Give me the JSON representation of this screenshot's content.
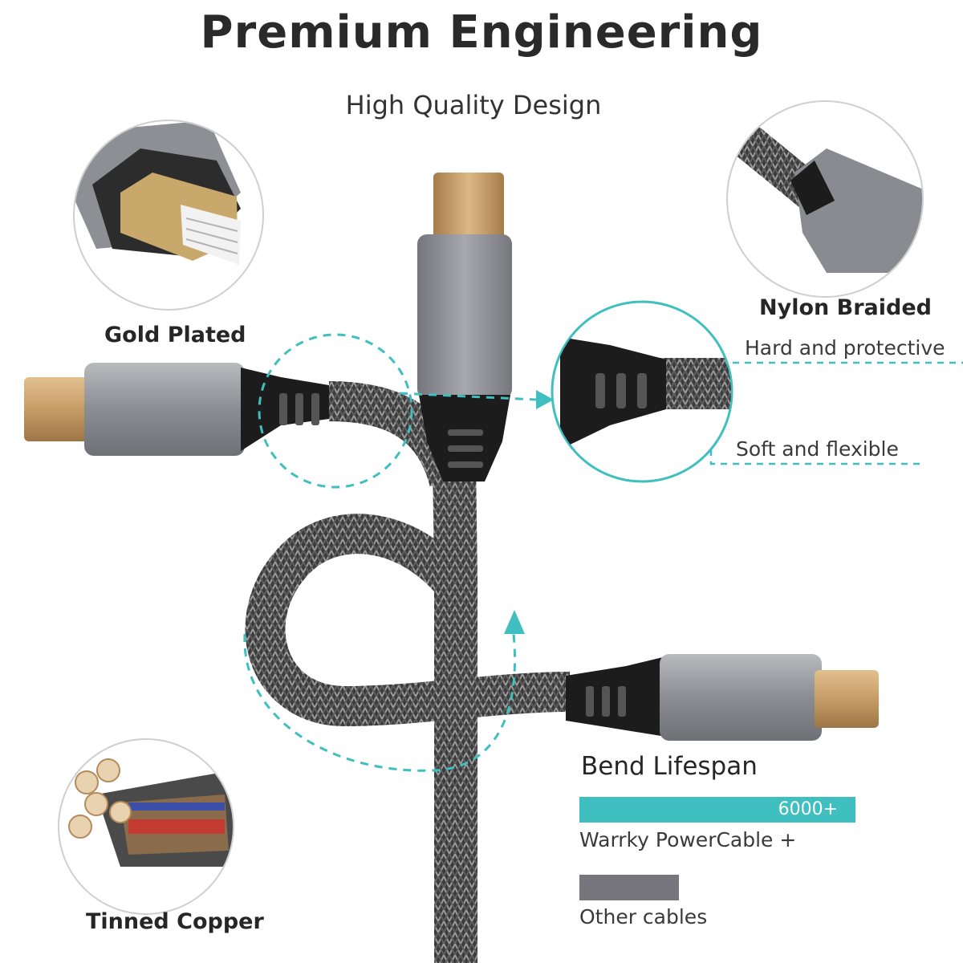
{
  "header": {
    "title": "Premium Engineering",
    "subtitle": "High Quality Design"
  },
  "features": {
    "gold_plated": "Gold Plated",
    "nylon_braided": "Nylon Braided",
    "hard_protective": "Hard and protective",
    "soft_flexible": "Soft and flexible",
    "tinned_copper": "Tinned Copper"
  },
  "bend": {
    "title": "Bend Lifespan",
    "warrky": {
      "value_label": "6000+",
      "name": "Warrky PowerCable +",
      "fraction": 1.0
    },
    "other": {
      "name": "Other cables",
      "fraction": 0.36
    }
  },
  "colors": {
    "accent_teal": "#3fbfbf",
    "other_gray": "#77767c",
    "connector_gray": "#8d8e93",
    "gold": "#caa371",
    "braid_dark": "#3a3a3a"
  },
  "icons": [
    "mini-displayport-icon",
    "braided-cable-icon",
    "copper-wire-icon",
    "arrow-icon"
  ]
}
